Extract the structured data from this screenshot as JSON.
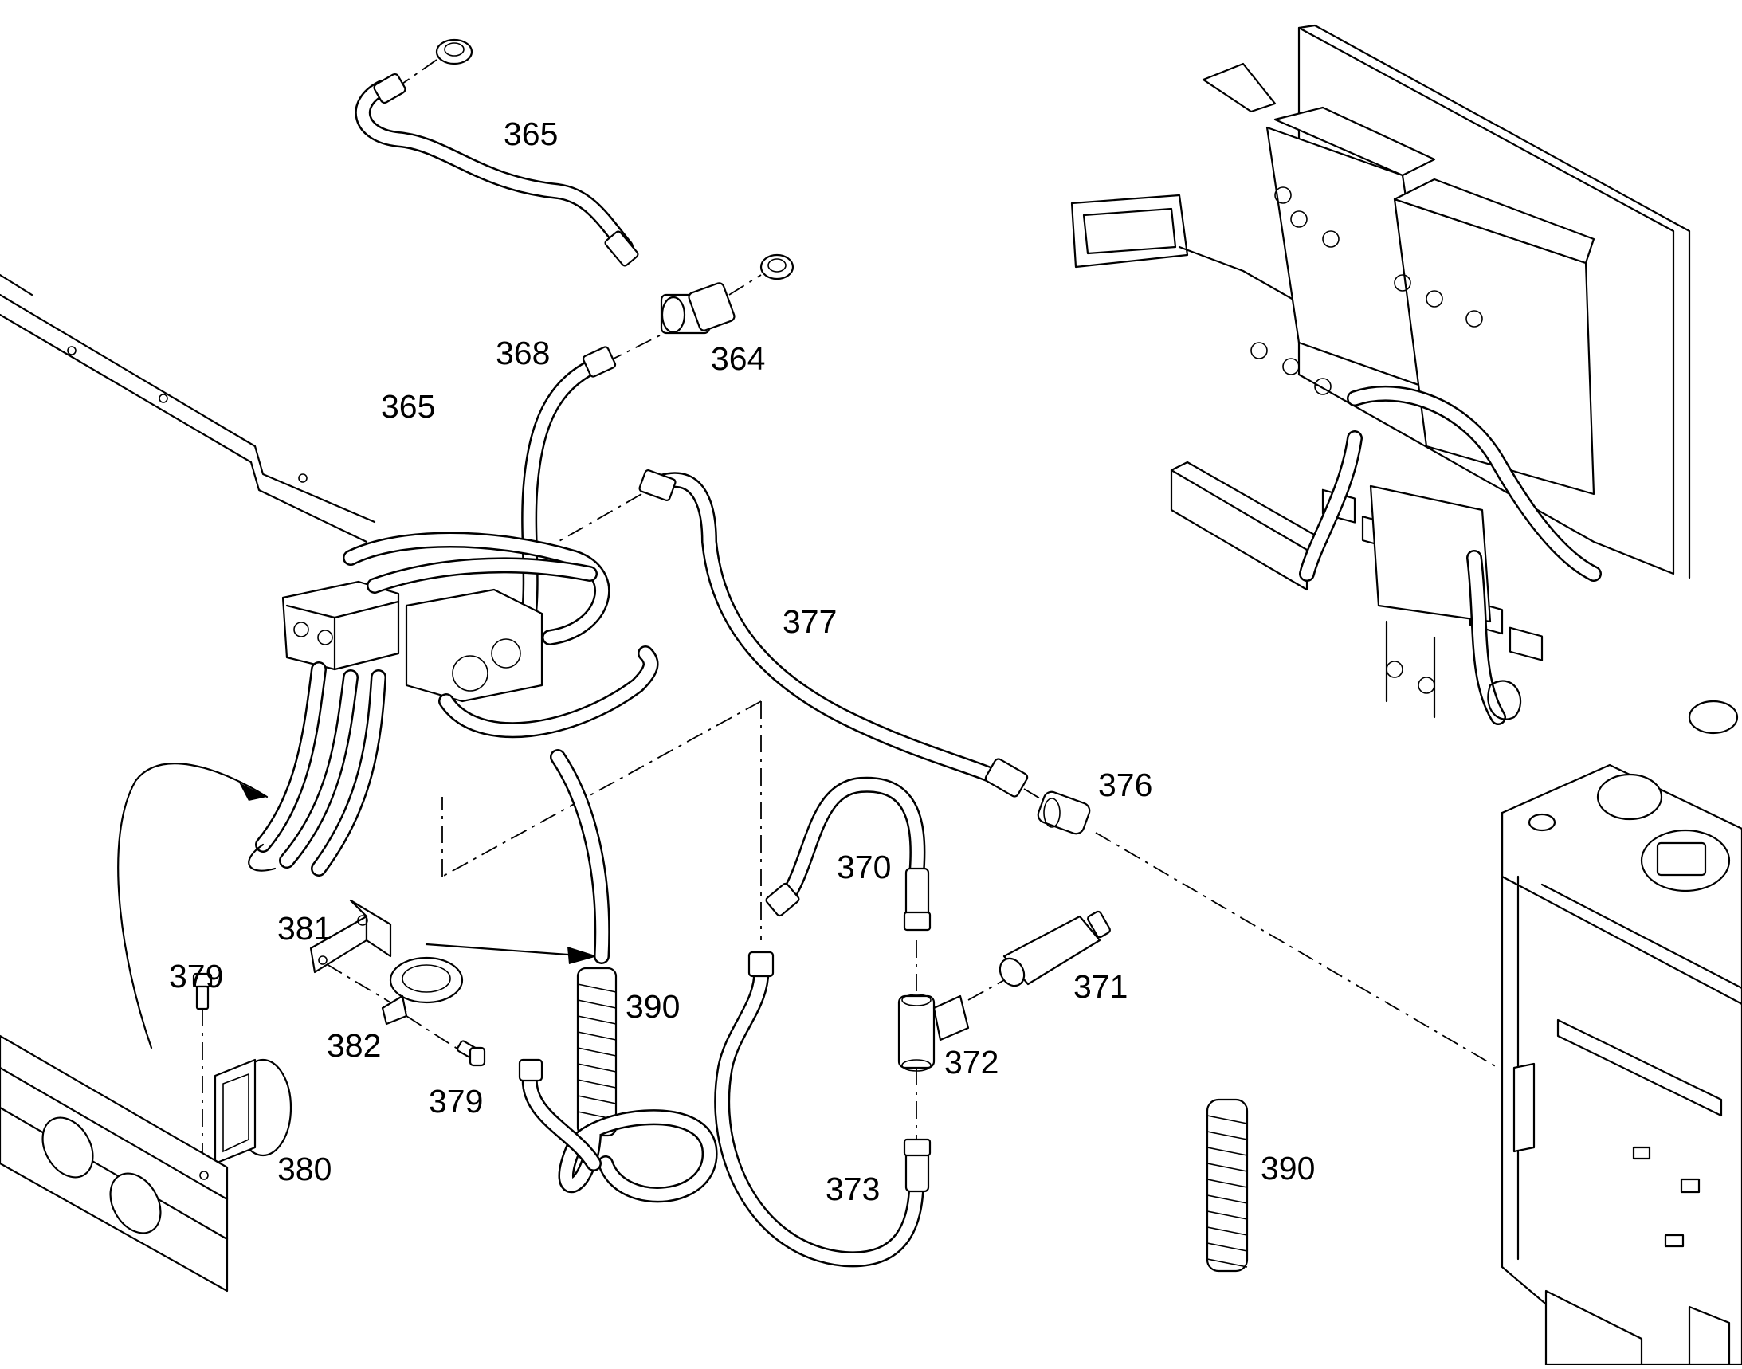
{
  "diagram": {
    "callouts": [
      {
        "id": "c365a",
        "label": "365"
      },
      {
        "id": "c368",
        "label": "368"
      },
      {
        "id": "c364",
        "label": "364"
      },
      {
        "id": "c365b",
        "label": "365"
      },
      {
        "id": "c377",
        "label": "377"
      },
      {
        "id": "c376",
        "label": "376"
      },
      {
        "id": "c370",
        "label": "370"
      },
      {
        "id": "c371",
        "label": "371"
      },
      {
        "id": "c372",
        "label": "372"
      },
      {
        "id": "c373",
        "label": "373"
      },
      {
        "id": "c381",
        "label": "381"
      },
      {
        "id": "c379a",
        "label": "379"
      },
      {
        "id": "c382",
        "label": "382"
      },
      {
        "id": "c379b",
        "label": "379"
      },
      {
        "id": "c380",
        "label": "380"
      },
      {
        "id": "c390a",
        "label": "390"
      },
      {
        "id": "c390b",
        "label": "390"
      }
    ]
  }
}
